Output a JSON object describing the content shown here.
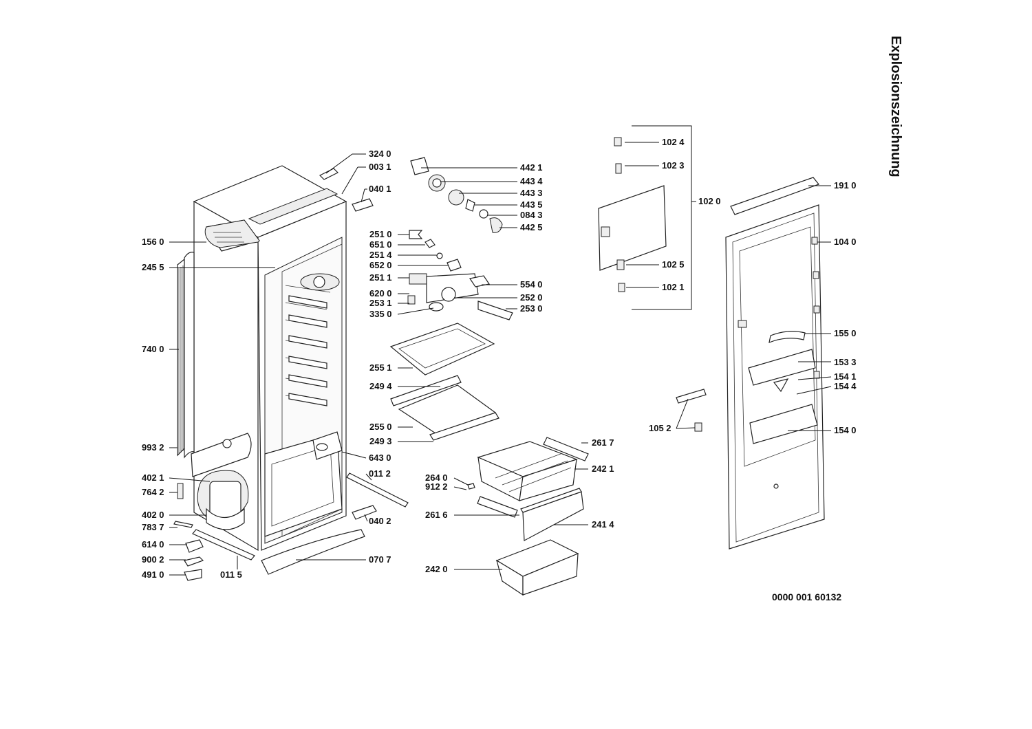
{
  "title": "Explosionszeichnung",
  "document_number": "0000 001 60132",
  "labels": {
    "p3240": "324 0",
    "p0031": "003 1",
    "p0401": "040 1",
    "p1560": "156 0",
    "p2455": "245 5",
    "p7400": "740 0",
    "p9932": "993 2",
    "p4021": "402 1",
    "p7642": "764 2",
    "p4020": "402 0",
    "p7837": "783 7",
    "p6140": "614 0",
    "p9002": "900 2",
    "p4910": "491 0",
    "p0115": "011 5",
    "p0707": "070 7",
    "p0402": "040 2",
    "p0112": "011 2",
    "p6430": "643 0",
    "p4421": "442 1",
    "p4434": "443 4",
    "p4433": "443 3",
    "p4435": "443 5",
    "p0843": "084 3",
    "p4425": "442 5",
    "p2510": "251 0",
    "p6510": "651 0",
    "p2514": "251 4",
    "p6520": "652 0",
    "p2511": "251 1",
    "p5540": "554 0",
    "p6200": "620 0",
    "p2531": "253 1",
    "p2520": "252 0",
    "p3350": "335 0",
    "p2530": "253 0",
    "p2551": "255 1",
    "p2494": "249 4",
    "p2550": "255 0",
    "p2493": "249 3",
    "p2617": "261 7",
    "p2421": "242 1",
    "p2640": "264 0",
    "p9122": "912 2",
    "p2616": "261 6",
    "p2414": "241 4",
    "p2420": "242 0",
    "p1024": "102 4",
    "p1023": "102 3",
    "p1020": "102 0",
    "p1025": "102 5",
    "p1021": "102 1",
    "p1910": "191 0",
    "p1040": "104 0",
    "p1550": "155 0",
    "p1533": "153 3",
    "p1541": "154 1",
    "p1544": "154 4",
    "p1052": "105 2",
    "p1540": "154 0"
  }
}
